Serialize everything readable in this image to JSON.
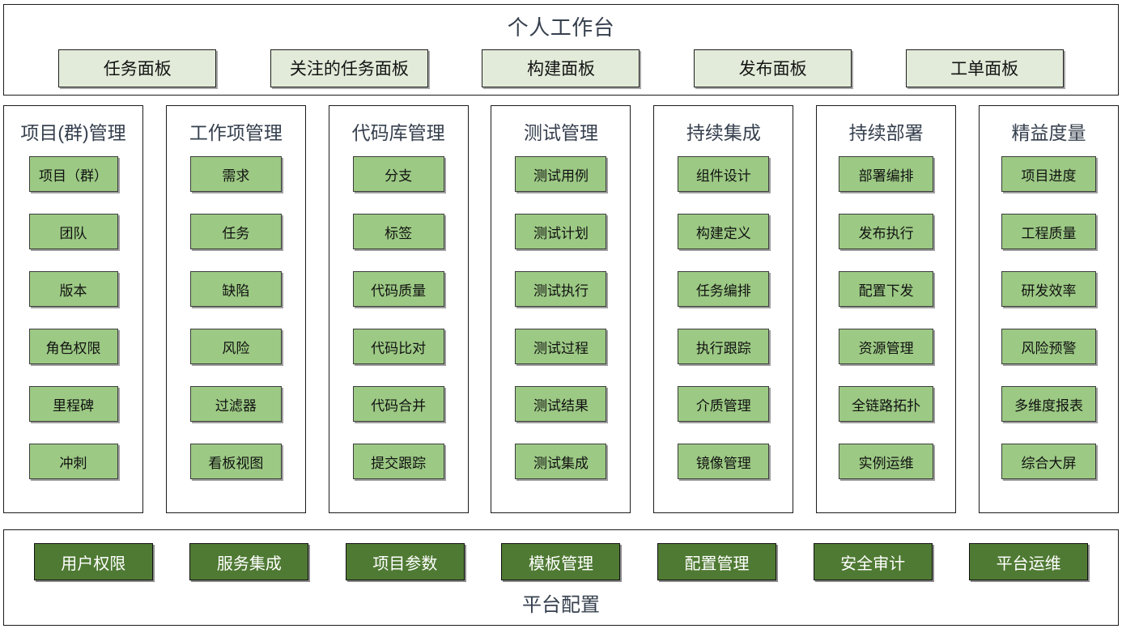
{
  "workbench": {
    "title": "个人工作台",
    "panels": [
      {
        "label": "任务面板"
      },
      {
        "label": "关注的任务面板"
      },
      {
        "label": "构建面板"
      },
      {
        "label": "发布面板"
      },
      {
        "label": "工单面板"
      }
    ]
  },
  "columns": [
    {
      "title": "项目(群)管理",
      "items": [
        "项目（群）",
        "团队",
        "版本",
        "角色权限",
        "里程碑",
        "冲刺"
      ]
    },
    {
      "title": "工作项管理",
      "items": [
        "需求",
        "任务",
        "缺陷",
        "风险",
        "过滤器",
        "看板视图"
      ]
    },
    {
      "title": "代码库管理",
      "items": [
        "分支",
        "标签",
        "代码质量",
        "代码比对",
        "代码合并",
        "提交跟踪"
      ]
    },
    {
      "title": "测试管理",
      "items": [
        "测试用例",
        "测试计划",
        "测试执行",
        "测试过程",
        "测试结果",
        "测试集成"
      ]
    },
    {
      "title": "持续集成",
      "items": [
        "组件设计",
        "构建定义",
        "任务编排",
        "执行跟踪",
        "介质管理",
        "镜像管理"
      ]
    },
    {
      "title": "持续部署",
      "items": [
        "部署编排",
        "发布执行",
        "配置下发",
        "资源管理",
        "全链路拓扑",
        "实例运维"
      ]
    },
    {
      "title": "精益度量",
      "items": [
        "项目进度",
        "工程质量",
        "研发效率",
        "风险预警",
        "多维度报表",
        "综合大屏"
      ]
    }
  ],
  "platform": {
    "title": "平台配置",
    "items": [
      "用户权限",
      "服务集成",
      "项目参数",
      "模板管理",
      "配置管理",
      "安全审计",
      "平台运维"
    ]
  },
  "colors": {
    "chip_light": "#e2ebd9",
    "chip_mid": "#9cc984",
    "chip_dark": "#4f7a33",
    "text_heading": "#36404e",
    "border": "#1b1b1b"
  }
}
